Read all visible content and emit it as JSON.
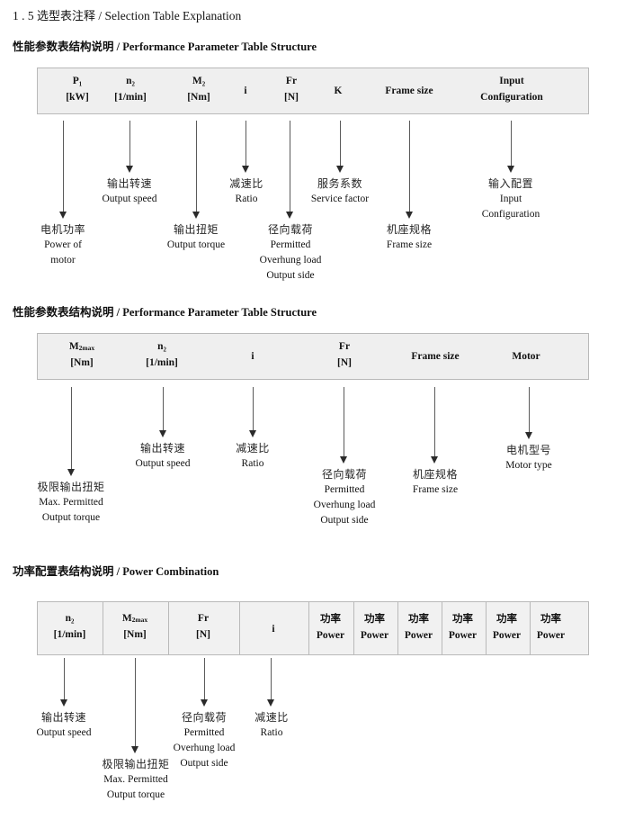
{
  "page": {
    "heading": {
      "number": "1 . 5",
      "cn": "选型表注释",
      "sep": "/",
      "en": "Selection Table Explanation"
    }
  },
  "sections": [
    {
      "id": "performance-parameter-1",
      "title_cn": "性能参数表结构说明",
      "title_sep": "/",
      "title_en": "Performance Parameter Table Structure",
      "table": {
        "style": "banded",
        "columns": [
          {
            "name": "p1",
            "line1": "P₁",
            "line2": "[kW]"
          },
          {
            "name": "n2",
            "line1": "n₂",
            "line2": "[1/min]"
          },
          {
            "name": "m2",
            "line1": "M₂",
            "line2": "[Nm]"
          },
          {
            "name": "i",
            "line1": "i",
            "line2": ""
          },
          {
            "name": "fr",
            "line1": "Fr",
            "line2": "[N]"
          },
          {
            "name": "k",
            "line1": "K",
            "line2": ""
          },
          {
            "name": "frame",
            "line1": "Frame size",
            "line2": ""
          },
          {
            "name": "input",
            "line1": "Input",
            "line2": "Configuration"
          }
        ]
      },
      "callouts": [
        {
          "name": "power-of-motor",
          "cn": "电机功率",
          "en": [
            "Power of",
            "motor"
          ]
        },
        {
          "name": "output-speed",
          "cn": "输出转速",
          "en": [
            "Output speed"
          ]
        },
        {
          "name": "output-torque",
          "cn": "输出扭矩",
          "en": [
            "Output torque"
          ]
        },
        {
          "name": "ratio",
          "cn": "减速比",
          "en": [
            "Ratio"
          ]
        },
        {
          "name": "overhung-load",
          "cn": "径向载荷",
          "en": [
            "Permitted",
            "Overhung load",
            "Output side"
          ]
        },
        {
          "name": "service-factor",
          "cn": "服务系数",
          "en": [
            "Service factor"
          ]
        },
        {
          "name": "frame-size",
          "cn": "机座规格",
          "en": [
            "Frame size"
          ]
        },
        {
          "name": "input-config",
          "cn": "输入配置",
          "en": [
            "Input",
            "Configuration"
          ]
        }
      ]
    },
    {
      "id": "performance-parameter-2",
      "title_cn": "性能参数表结构说明",
      "title_sep": "/",
      "title_en": "Performance Parameter Table Structure",
      "table": {
        "style": "banded",
        "columns": [
          {
            "name": "m2max",
            "line1": "M₂max",
            "line2": "[Nm]"
          },
          {
            "name": "n2",
            "line1": "n₂",
            "line2": "[1/min]"
          },
          {
            "name": "i",
            "line1": "i",
            "line2": ""
          },
          {
            "name": "fr",
            "line1": "Fr",
            "line2": "[N]"
          },
          {
            "name": "frame",
            "line1": "Frame size",
            "line2": ""
          },
          {
            "name": "motor",
            "line1": "Motor",
            "line2": ""
          }
        ]
      },
      "callouts": [
        {
          "name": "max-output-torque",
          "cn": "极限输出扭矩",
          "en": [
            "Max. Permitted",
            "Output  torque"
          ]
        },
        {
          "name": "output-speed",
          "cn": "输出转速",
          "en": [
            "Output speed"
          ]
        },
        {
          "name": "ratio",
          "cn": "减速比",
          "en": [
            "Ratio"
          ]
        },
        {
          "name": "overhung-load",
          "cn": "径向载荷",
          "en": [
            "Permitted",
            "Overhung load",
            "Output side"
          ]
        },
        {
          "name": "frame-size",
          "cn": "机座规格",
          "en": [
            "Frame size"
          ]
        },
        {
          "name": "motor-type",
          "cn": "电机型号",
          "en": [
            "Motor type"
          ]
        }
      ]
    },
    {
      "id": "power-combination",
      "title_cn": "功率配置表结构说明",
      "title_sep": "/",
      "title_en": "Power Combination",
      "table": {
        "style": "gridded",
        "columns": [
          {
            "name": "n2",
            "line1": "n₂",
            "line2": "[1/min]"
          },
          {
            "name": "m2max",
            "line1": "M₂max",
            "line2": "[Nm]"
          },
          {
            "name": "fr",
            "line1": "Fr",
            "line2": "[N]"
          },
          {
            "name": "i",
            "line1": "i",
            "line2": ""
          },
          {
            "name": "power1",
            "line1": "功率",
            "line2": "Power"
          },
          {
            "name": "power2",
            "line1": "功率",
            "line2": "Power"
          },
          {
            "name": "power3",
            "line1": "功率",
            "line2": "Power"
          },
          {
            "name": "power4",
            "line1": "功率",
            "line2": "Power"
          },
          {
            "name": "power5",
            "line1": "功率",
            "line2": "Power"
          },
          {
            "name": "power6",
            "line1": "功率",
            "line2": "Power"
          }
        ]
      },
      "callouts": [
        {
          "name": "output-speed",
          "cn": "输出转速",
          "en": [
            "Output speed"
          ]
        },
        {
          "name": "max-output-torque",
          "cn": "极限输出扭矩",
          "en": [
            "Max. Permitted",
            "Output  torque"
          ]
        },
        {
          "name": "overhung-load",
          "cn": "径向载荷",
          "en": [
            "Permitted",
            "Overhung load",
            "Output side"
          ]
        },
        {
          "name": "ratio",
          "cn": "减速比",
          "en": [
            "Ratio"
          ]
        }
      ]
    }
  ],
  "colors": {
    "table_fill": "#efefef",
    "table_border": "#b9b9b9",
    "arrow": "#2b2b2b",
    "text": "#141414"
  }
}
